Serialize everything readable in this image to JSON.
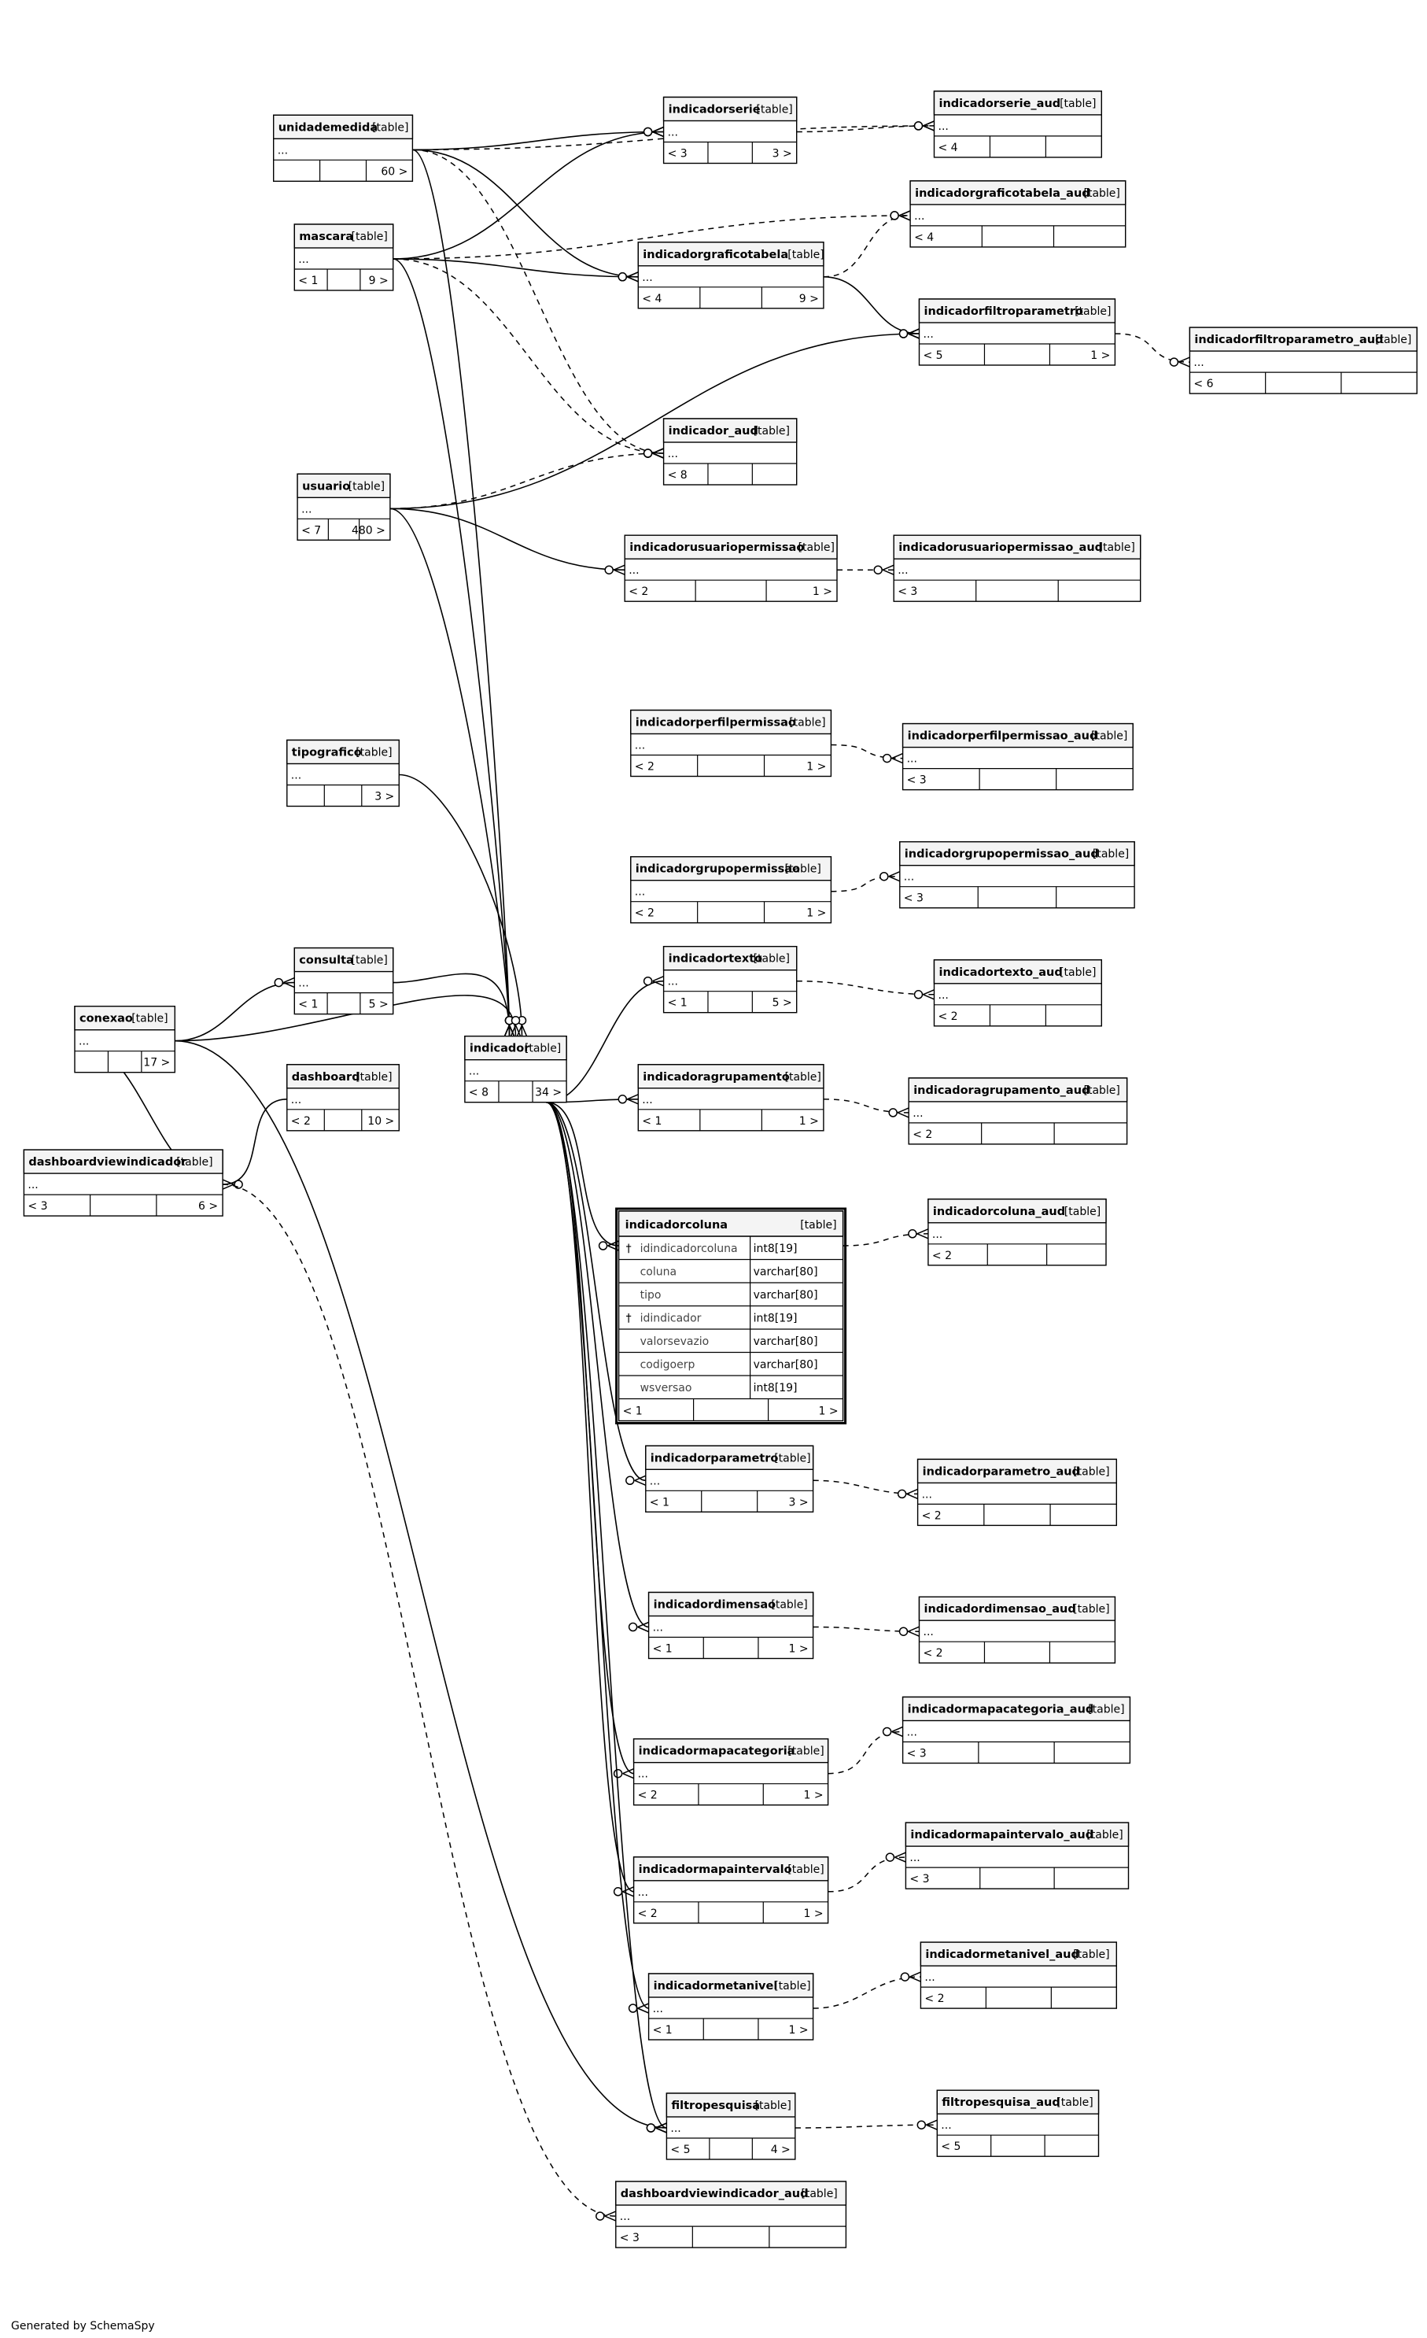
{
  "footer": "Generated by SchemaSpy",
  "table_tag": "[table]",
  "ellipsis": "...",
  "colors": {
    "line": "#000000",
    "header": "#f4f4f4",
    "key_icon": "#e8c020",
    "fk_icon": "#999999"
  },
  "entities": [
    {
      "id": "unidademedida",
      "name": "unidademedida",
      "parents": "",
      "children": "60 >"
    },
    {
      "id": "mascara",
      "name": "mascara",
      "parents": "< 1",
      "children": "9 >"
    },
    {
      "id": "usuario",
      "name": "usuario",
      "parents": "< 7",
      "children": "480 >"
    },
    {
      "id": "tipografico",
      "name": "tipografico",
      "parents": "",
      "children": "3 >"
    },
    {
      "id": "consulta",
      "name": "consulta",
      "parents": "< 1",
      "children": "5 >"
    },
    {
      "id": "conexao",
      "name": "conexao",
      "parents": "",
      "children": "17 >"
    },
    {
      "id": "dashboard",
      "name": "dashboard",
      "parents": "< 2",
      "children": "10 >"
    },
    {
      "id": "dashboardviewindicador",
      "name": "dashboardviewindicador",
      "parents": "< 3",
      "children": "6 >"
    },
    {
      "id": "indicador",
      "name": "indicador",
      "parents": "< 8",
      "children": "34 >"
    },
    {
      "id": "indicadorserie",
      "name": "indicadorserie",
      "parents": "< 3",
      "children": "3 >"
    },
    {
      "id": "indicadorgraficotabela",
      "name": "indicadorgraficotabela",
      "parents": "< 4",
      "children": "9 >"
    },
    {
      "id": "indicador_aud",
      "name": "indicador_aud",
      "parents": "< 8",
      "children": ""
    },
    {
      "id": "indicadorusuariopermissao",
      "name": "indicadorusuariopermissao",
      "parents": "< 2",
      "children": "1 >"
    },
    {
      "id": "indicadorperfilpermissao",
      "name": "indicadorperfilpermissao",
      "parents": "< 2",
      "children": "1 >"
    },
    {
      "id": "indicadorgrupopermissao",
      "name": "indicadorgrupopermissao",
      "parents": "< 2",
      "children": "1 >"
    },
    {
      "id": "indicadortexto",
      "name": "indicadortexto",
      "parents": "< 1",
      "children": "5 >"
    },
    {
      "id": "indicadoragrupamento",
      "name": "indicadoragrupamento",
      "parents": "< 1",
      "children": "1 >"
    },
    {
      "id": "indicadorparametro",
      "name": "indicadorparametro",
      "parents": "< 1",
      "children": "3 >"
    },
    {
      "id": "indicadordimensao",
      "name": "indicadordimensao",
      "parents": "< 1",
      "children": "1 >"
    },
    {
      "id": "indicadormapacategoria",
      "name": "indicadormapacategoria",
      "parents": "< 2",
      "children": "1 >"
    },
    {
      "id": "indicadormapaintervalo",
      "name": "indicadormapaintervalo",
      "parents": "< 2",
      "children": "1 >"
    },
    {
      "id": "indicadormetanivel",
      "name": "indicadormetanivel",
      "parents": "< 1",
      "children": "1 >"
    },
    {
      "id": "filtropesquisa",
      "name": "filtropesquisa",
      "parents": "< 5",
      "children": "4 >"
    },
    {
      "id": "dashboardviewindicador_aud",
      "name": "dashboardviewindicador_aud",
      "parents": "< 3",
      "children": ""
    },
    {
      "id": "indicadorserie_aud",
      "name": "indicadorserie_aud",
      "parents": "< 4",
      "children": ""
    },
    {
      "id": "indicadorgraficotabela_aud",
      "name": "indicadorgraficotabela_aud",
      "parents": "< 4",
      "children": ""
    },
    {
      "id": "indicadorfiltroparametro",
      "name": "indicadorfiltroparametro",
      "parents": "< 5",
      "children": "1 >"
    },
    {
      "id": "indicadorfiltroparametro_aud",
      "name": "indicadorfiltroparametro_aud",
      "parents": "< 6",
      "children": ""
    },
    {
      "id": "indicadorusuariopermissao_aud",
      "name": "indicadorusuariopermissao_aud",
      "parents": "< 3",
      "children": ""
    },
    {
      "id": "indicadorperfilpermissao_aud",
      "name": "indicadorperfilpermissao_aud",
      "parents": "< 3",
      "children": ""
    },
    {
      "id": "indicadorgrupopermissao_aud",
      "name": "indicadorgrupopermissao_aud",
      "parents": "< 3",
      "children": ""
    },
    {
      "id": "indicadortexto_aud",
      "name": "indicadortexto_aud",
      "parents": "< 2",
      "children": ""
    },
    {
      "id": "indicadoragrupamento_aud",
      "name": "indicadoragrupamento_aud",
      "parents": "< 2",
      "children": ""
    },
    {
      "id": "indicadorcoluna_aud",
      "name": "indicadorcoluna_aud",
      "parents": "< 2",
      "children": ""
    },
    {
      "id": "indicadorparametro_aud",
      "name": "indicadorparametro_aud",
      "parents": "< 2",
      "children": ""
    },
    {
      "id": "indicadordimensao_aud",
      "name": "indicadordimensao_aud",
      "parents": "< 2",
      "children": ""
    },
    {
      "id": "indicadormapacategoria_aud",
      "name": "indicadormapacategoria_aud",
      "parents": "< 3",
      "children": ""
    },
    {
      "id": "indicadormapaintervalo_aud",
      "name": "indicadormapaintervalo_aud",
      "parents": "< 3",
      "children": ""
    },
    {
      "id": "indicadormetanivel_aud",
      "name": "indicadormetanivel_aud",
      "parents": "< 2",
      "children": ""
    },
    {
      "id": "filtropesquisa_aud",
      "name": "filtropesquisa_aud",
      "parents": "< 5",
      "children": ""
    }
  ],
  "detailed": {
    "id": "indicadorcoluna",
    "name": "indicadorcoluna",
    "parents": "< 1",
    "children": "1 >",
    "columns": [
      {
        "name": "idindicadorcoluna",
        "type": "int8[19]",
        "key": "pk"
      },
      {
        "name": "coluna",
        "type": "varchar[80]",
        "key": ""
      },
      {
        "name": "tipo",
        "type": "varchar[80]",
        "key": ""
      },
      {
        "name": "idindicador",
        "type": "int8[19]",
        "key": "fk"
      },
      {
        "name": "valorsevazio",
        "type": "varchar[80]",
        "key": ""
      },
      {
        "name": "codigoerp",
        "type": "varchar[80]",
        "key": ""
      },
      {
        "name": "wsversao",
        "type": "int8[19]",
        "key": ""
      }
    ]
  },
  "relationships": [
    {
      "from": "unidademedida",
      "to": "indicador",
      "kind": "fk"
    },
    {
      "from": "unidademedida",
      "to": "indicadorserie",
      "kind": "fk"
    },
    {
      "from": "unidademedida",
      "to": "indicadorgraficotabela",
      "kind": "fk"
    },
    {
      "from": "unidademedida",
      "to": "indicador_aud",
      "kind": "implied"
    },
    {
      "from": "unidademedida",
      "to": "indicadorserie_aud",
      "kind": "implied"
    },
    {
      "from": "mascara",
      "to": "indicador",
      "kind": "fk"
    },
    {
      "from": "mascara",
      "to": "indicadorserie",
      "kind": "fk"
    },
    {
      "from": "mascara",
      "to": "indicadorgraficotabela",
      "kind": "fk"
    },
    {
      "from": "mascara",
      "to": "indicador_aud",
      "kind": "implied"
    },
    {
      "from": "mascara",
      "to": "indicadorgraficotabela_aud",
      "kind": "implied"
    },
    {
      "from": "usuario",
      "to": "indicador",
      "kind": "fk"
    },
    {
      "from": "usuario",
      "to": "indicadorusuariopermissao",
      "kind": "fk"
    },
    {
      "from": "usuario",
      "to": "indicadorfiltroparametro",
      "kind": "fk"
    },
    {
      "from": "usuario",
      "to": "indicador_aud",
      "kind": "implied"
    },
    {
      "from": "tipografico",
      "to": "indicador",
      "kind": "fk"
    },
    {
      "from": "consulta",
      "to": "indicador",
      "kind": "fk"
    },
    {
      "from": "conexao",
      "to": "consulta",
      "kind": "fk"
    },
    {
      "from": "conexao",
      "to": "indicador",
      "kind": "fk"
    },
    {
      "from": "conexao",
      "to": "dashboardviewindicador",
      "kind": "fk"
    },
    {
      "from": "conexao",
      "to": "filtropesquisa",
      "kind": "fk"
    },
    {
      "from": "dashboard",
      "to": "dashboardviewindicador",
      "kind": "fk"
    },
    {
      "from": "indicador",
      "to": "indicadorcoluna",
      "kind": "fk"
    },
    {
      "from": "indicador",
      "to": "indicadortexto",
      "kind": "fk"
    },
    {
      "from": "indicador",
      "to": "indicadoragrupamento",
      "kind": "fk"
    },
    {
      "from": "indicador",
      "to": "indicadorparametro",
      "kind": "fk"
    },
    {
      "from": "indicador",
      "to": "indicadordimensao",
      "kind": "fk"
    },
    {
      "from": "indicador",
      "to": "indicadormapacategoria",
      "kind": "fk"
    },
    {
      "from": "indicador",
      "to": "indicadormapaintervalo",
      "kind": "fk"
    },
    {
      "from": "indicador",
      "to": "indicadormetanivel",
      "kind": "fk"
    },
    {
      "from": "indicador",
      "to": "filtropesquisa",
      "kind": "fk"
    },
    {
      "from": "indicadorserie",
      "to": "indicadorserie_aud",
      "kind": "implied"
    },
    {
      "from": "indicadorgraficotabela",
      "to": "indicadorgraficotabela_aud",
      "kind": "implied"
    },
    {
      "from": "indicadorgraficotabela",
      "to": "indicadorfiltroparametro",
      "kind": "fk"
    },
    {
      "from": "indicadorfiltroparametro",
      "to": "indicadorfiltroparametro_aud",
      "kind": "implied"
    },
    {
      "from": "indicadorusuariopermissao",
      "to": "indicadorusuariopermissao_aud",
      "kind": "implied"
    },
    {
      "from": "indicadorperfilpermissao",
      "to": "indicadorperfilpermissao_aud",
      "kind": "implied"
    },
    {
      "from": "indicadorgrupopermissao",
      "to": "indicadorgrupopermissao_aud",
      "kind": "implied"
    },
    {
      "from": "indicadortexto",
      "to": "indicadortexto_aud",
      "kind": "implied"
    },
    {
      "from": "indicadoragrupamento",
      "to": "indicadoragrupamento_aud",
      "kind": "implied"
    },
    {
      "from": "indicadorcoluna",
      "to": "indicadorcoluna_aud",
      "kind": "implied"
    },
    {
      "from": "indicadorparametro",
      "to": "indicadorparametro_aud",
      "kind": "implied"
    },
    {
      "from": "indicadordimensao",
      "to": "indicadordimensao_aud",
      "kind": "implied"
    },
    {
      "from": "indicadormapacategoria",
      "to": "indicadormapacategoria_aud",
      "kind": "implied"
    },
    {
      "from": "indicadormapaintervalo",
      "to": "indicadormapaintervalo_aud",
      "kind": "implied"
    },
    {
      "from": "indicadormetanivel",
      "to": "indicadormetanivel_aud",
      "kind": "implied"
    },
    {
      "from": "filtropesquisa",
      "to": "filtropesquisa_aud",
      "kind": "implied"
    },
    {
      "from": "dashboardviewindicador",
      "to": "dashboardviewindicador_aud",
      "kind": "implied"
    }
  ]
}
